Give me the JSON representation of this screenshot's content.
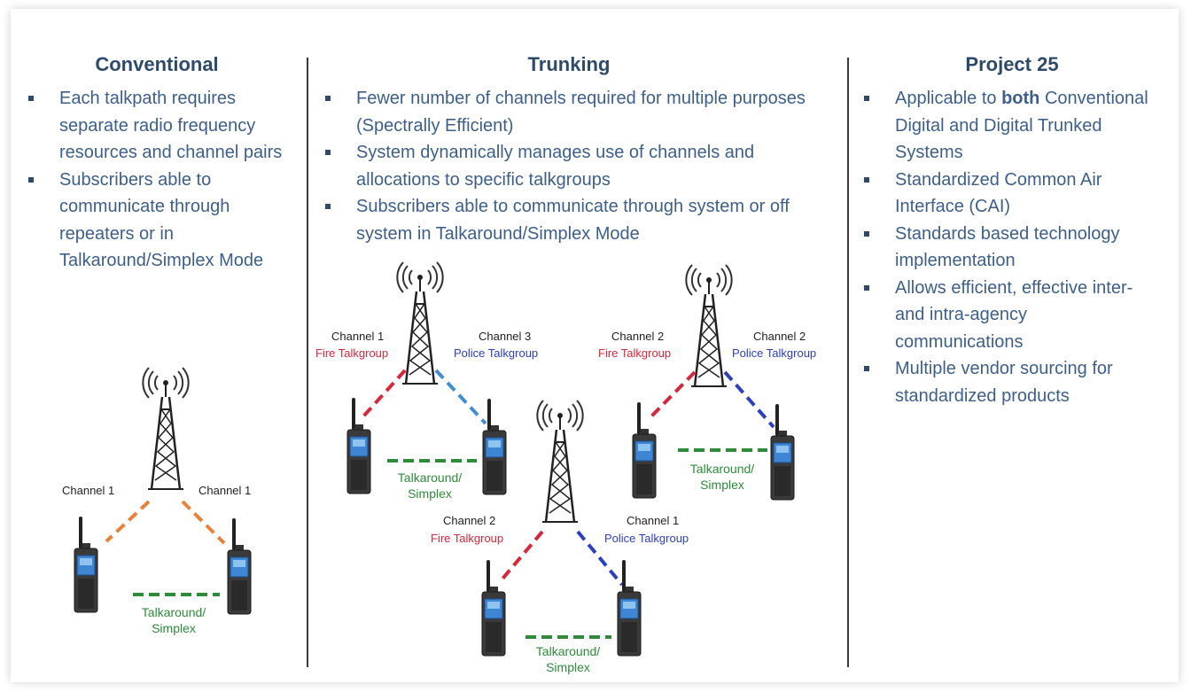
{
  "columns": {
    "conventional": {
      "title": "Conventional",
      "bullets": [
        "Each talkpath requires separate radio frequency resources and channel pairs",
        "Subscribers able to communicate through repeaters or in Talkaround/Simplex Mode"
      ]
    },
    "trunking": {
      "title": "Trunking",
      "bullets": [
        "Fewer number of channels required for multiple purposes (Spectrally Efficient)",
        "System dynamically manages use of channels and allocations to specific talkgroups",
        "Subscribers able to communicate through system or off system in Talkaround/Simplex Mode"
      ]
    },
    "p25": {
      "title": "Project 25",
      "bullets": [
        {
          "pre": "Applicable to ",
          "bold": "both",
          "post": " Conventional Digital and Digital Trunked Systems"
        },
        "Standardized Common Air Interface (CAI)",
        "Standards based technology implementation",
        "Allows efficient, effective inter- and intra-agency communications",
        "Multiple vendor sourcing for standardized products"
      ]
    }
  },
  "diagram_labels": {
    "conv_ch_left": "Channel 1",
    "conv_ch_right": "Channel 1",
    "conv_talkaround_1": "Talkaround/",
    "conv_talkaround_2": "Simplex",
    "t1_ch_left": "Channel 1",
    "t1_grp_left": "Fire Talkgroup",
    "t1_ch_right": "Channel 3",
    "t1_grp_right": "Police Talkgroup",
    "t1_talkaround_1": "Talkaround/",
    "t1_talkaround_2": "Simplex",
    "t2_ch_left": "Channel 2",
    "t2_grp_left": "Fire Talkgroup",
    "t2_ch_right": "Channel 2",
    "t2_grp_right": "Police Talkgroup",
    "t2_talkaround_1": "Talkaround/",
    "t2_talkaround_2": "Simplex",
    "t3_ch_left": "Channel 2",
    "t3_grp_left": "Fire Talkgroup",
    "t3_ch_right": "Channel 1",
    "t3_grp_right": "Police Talkgroup",
    "t3_talkaround_1": "Talkaround/",
    "t3_talkaround_2": "Simplex"
  },
  "colors": {
    "heading": "#2e4a6b",
    "bullet_text": "#3d5f8a",
    "fire": "#d8263b",
    "police": "#2b3fbf",
    "talkaround": "#2e8b3a",
    "conventional_link": "#e8823a",
    "trunk_blue_light": "#3f8fd0"
  },
  "icons": [
    "radio-tower-icon",
    "portable-radio-icon"
  ]
}
